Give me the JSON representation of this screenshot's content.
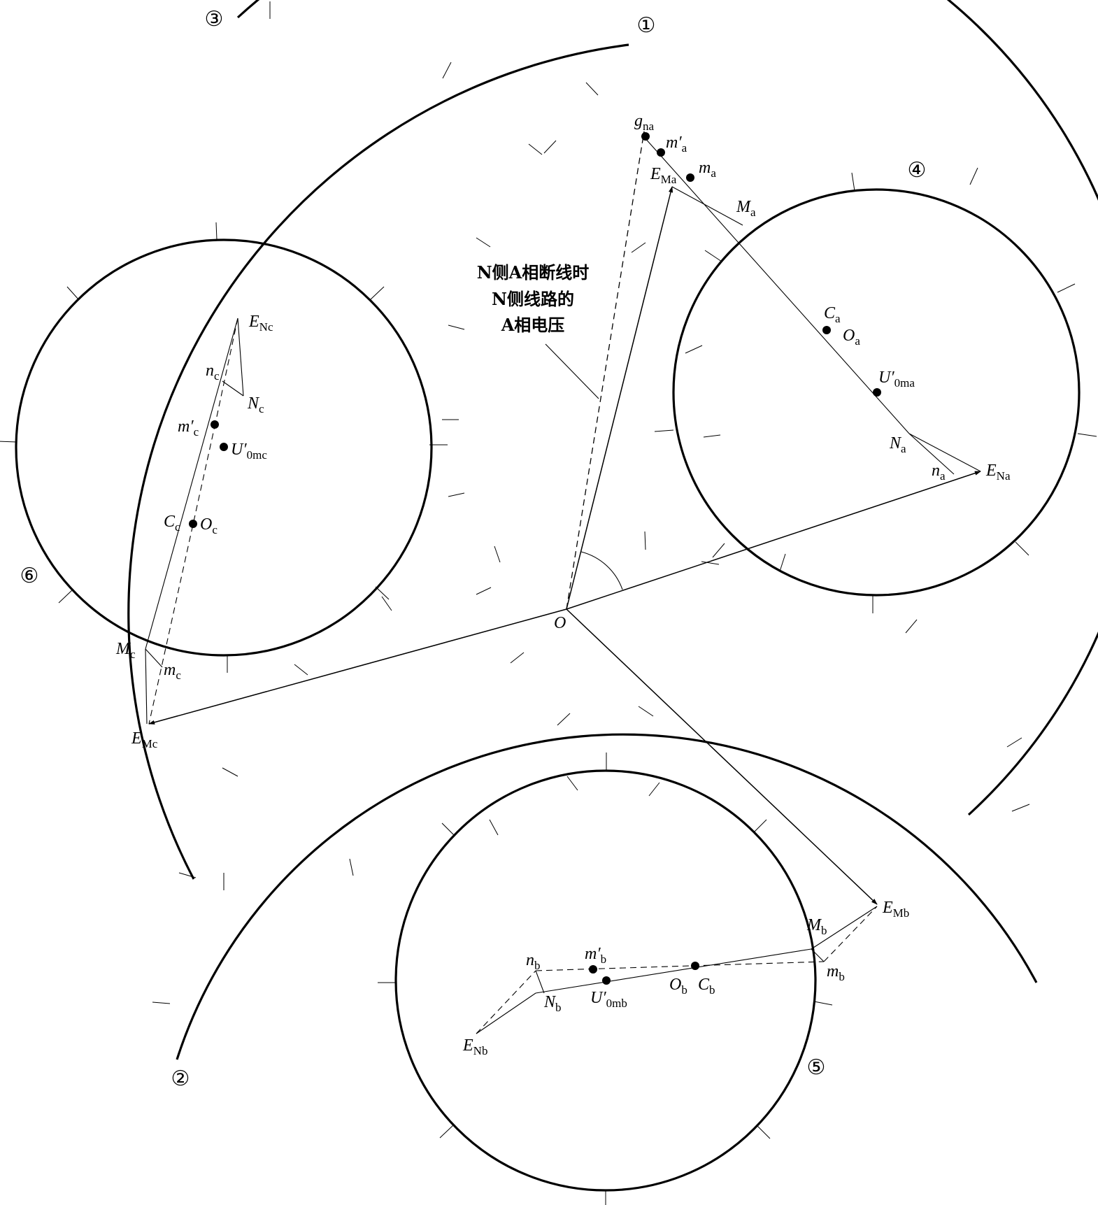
{
  "diagram": {
    "circle_numbers": [
      "①",
      "②",
      "③",
      "④",
      "⑤",
      "⑥"
    ],
    "annotation_lines": [
      "N侧A相断线时",
      "N侧线路的",
      "A相电压"
    ],
    "points": {
      "O": {
        "main": "O",
        "sub": ""
      },
      "g_na": {
        "main": "g",
        "sub": "na"
      },
      "m_a_prime": {
        "main": "m′",
        "sub": "a"
      },
      "E_Ma": {
        "main": "E",
        "sub": "Ma"
      },
      "m_a": {
        "main": "m",
        "sub": "a"
      },
      "M_a": {
        "main": "M",
        "sub": "a"
      },
      "C_a": {
        "main": "C",
        "sub": "a"
      },
      "O_a": {
        "main": "O",
        "sub": "a"
      },
      "U_0ma": {
        "main": "U′",
        "sub": "0ma"
      },
      "N_a": {
        "main": "N",
        "sub": "a"
      },
      "n_a": {
        "main": "n",
        "sub": "a"
      },
      "E_Na": {
        "main": "E",
        "sub": "Na"
      },
      "E_Nc": {
        "main": "E",
        "sub": "Nc"
      },
      "n_c": {
        "main": "n",
        "sub": "c"
      },
      "N_c": {
        "main": "N",
        "sub": "c"
      },
      "m_c_prime": {
        "main": "m′",
        "sub": "c"
      },
      "U_0mc": {
        "main": "U′",
        "sub": "0mc"
      },
      "C_c": {
        "main": "C",
        "sub": "c"
      },
      "O_c": {
        "main": "O",
        "sub": "c"
      },
      "M_c": {
        "main": "M",
        "sub": "c"
      },
      "m_c": {
        "main": "m",
        "sub": "c"
      },
      "E_Mc": {
        "main": "E",
        "sub": "Mc"
      },
      "E_Mb": {
        "main": "E",
        "sub": "Mb"
      },
      "M_b": {
        "main": "M",
        "sub": "b"
      },
      "m_b": {
        "main": "m",
        "sub": "b"
      },
      "n_b": {
        "main": "n",
        "sub": "b"
      },
      "m_b_prime": {
        "main": "m′",
        "sub": "b"
      },
      "N_b": {
        "main": "N",
        "sub": "b"
      },
      "U_0mb": {
        "main": "U′",
        "sub": "0mb"
      },
      "O_b": {
        "main": "O",
        "sub": "b"
      },
      "C_b": {
        "main": "C",
        "sub": "b"
      },
      "E_Nb": {
        "main": "E",
        "sub": "Nb"
      }
    }
  }
}
